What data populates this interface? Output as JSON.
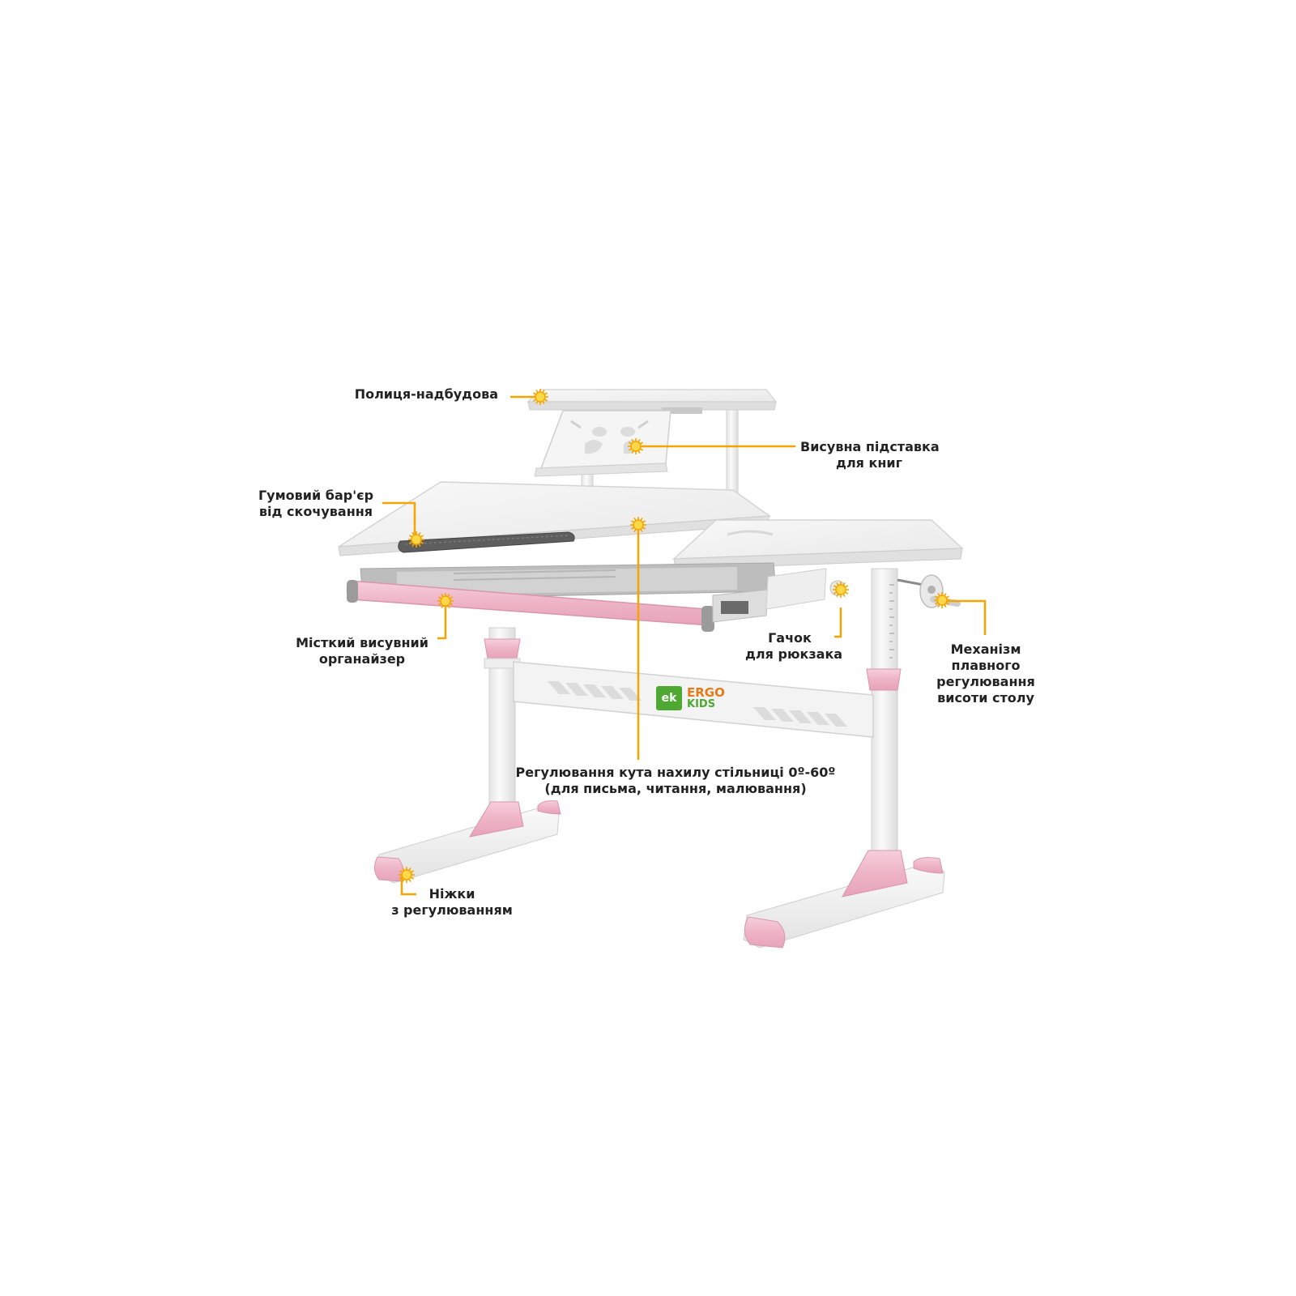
{
  "colors": {
    "accent": "#f5a500",
    "marker_fill": "#ffd84a",
    "pink": "#f2bccd",
    "pink_dark": "#d98aa6",
    "desk_white": "#f4f4f4",
    "desk_edge": "#d6d6d6",
    "text": "#222222",
    "logo_green": "#4fa832",
    "logo_orange": "#e67a16"
  },
  "logo": {
    "mark": "ek",
    "line1": "ERGO",
    "line2": "KIDS"
  },
  "callouts": {
    "shelf": {
      "lines": [
        "Полиця-надбудова"
      ]
    },
    "book_stand": {
      "lines": [
        "Висувна підставка",
        "для книг"
      ]
    },
    "rubber_barrier": {
      "lines": [
        "Гумовий бар'єр",
        "від скочування"
      ]
    },
    "organizer": {
      "lines": [
        "Місткий висувний",
        "органайзер"
      ]
    },
    "hook": {
      "lines": [
        "Гачок",
        "для рюкзака"
      ]
    },
    "height_mechanism": {
      "lines": [
        "Механізм",
        "плавного",
        "регулювання",
        "висоти столу"
      ]
    },
    "tilt": {
      "lines": [
        "Регулювання кута нахилу стільниці 0º-60º",
        "(для письма, читання, малювання)"
      ]
    },
    "legs": {
      "lines": [
        "Ніжки",
        "з регулюванням"
      ]
    }
  }
}
